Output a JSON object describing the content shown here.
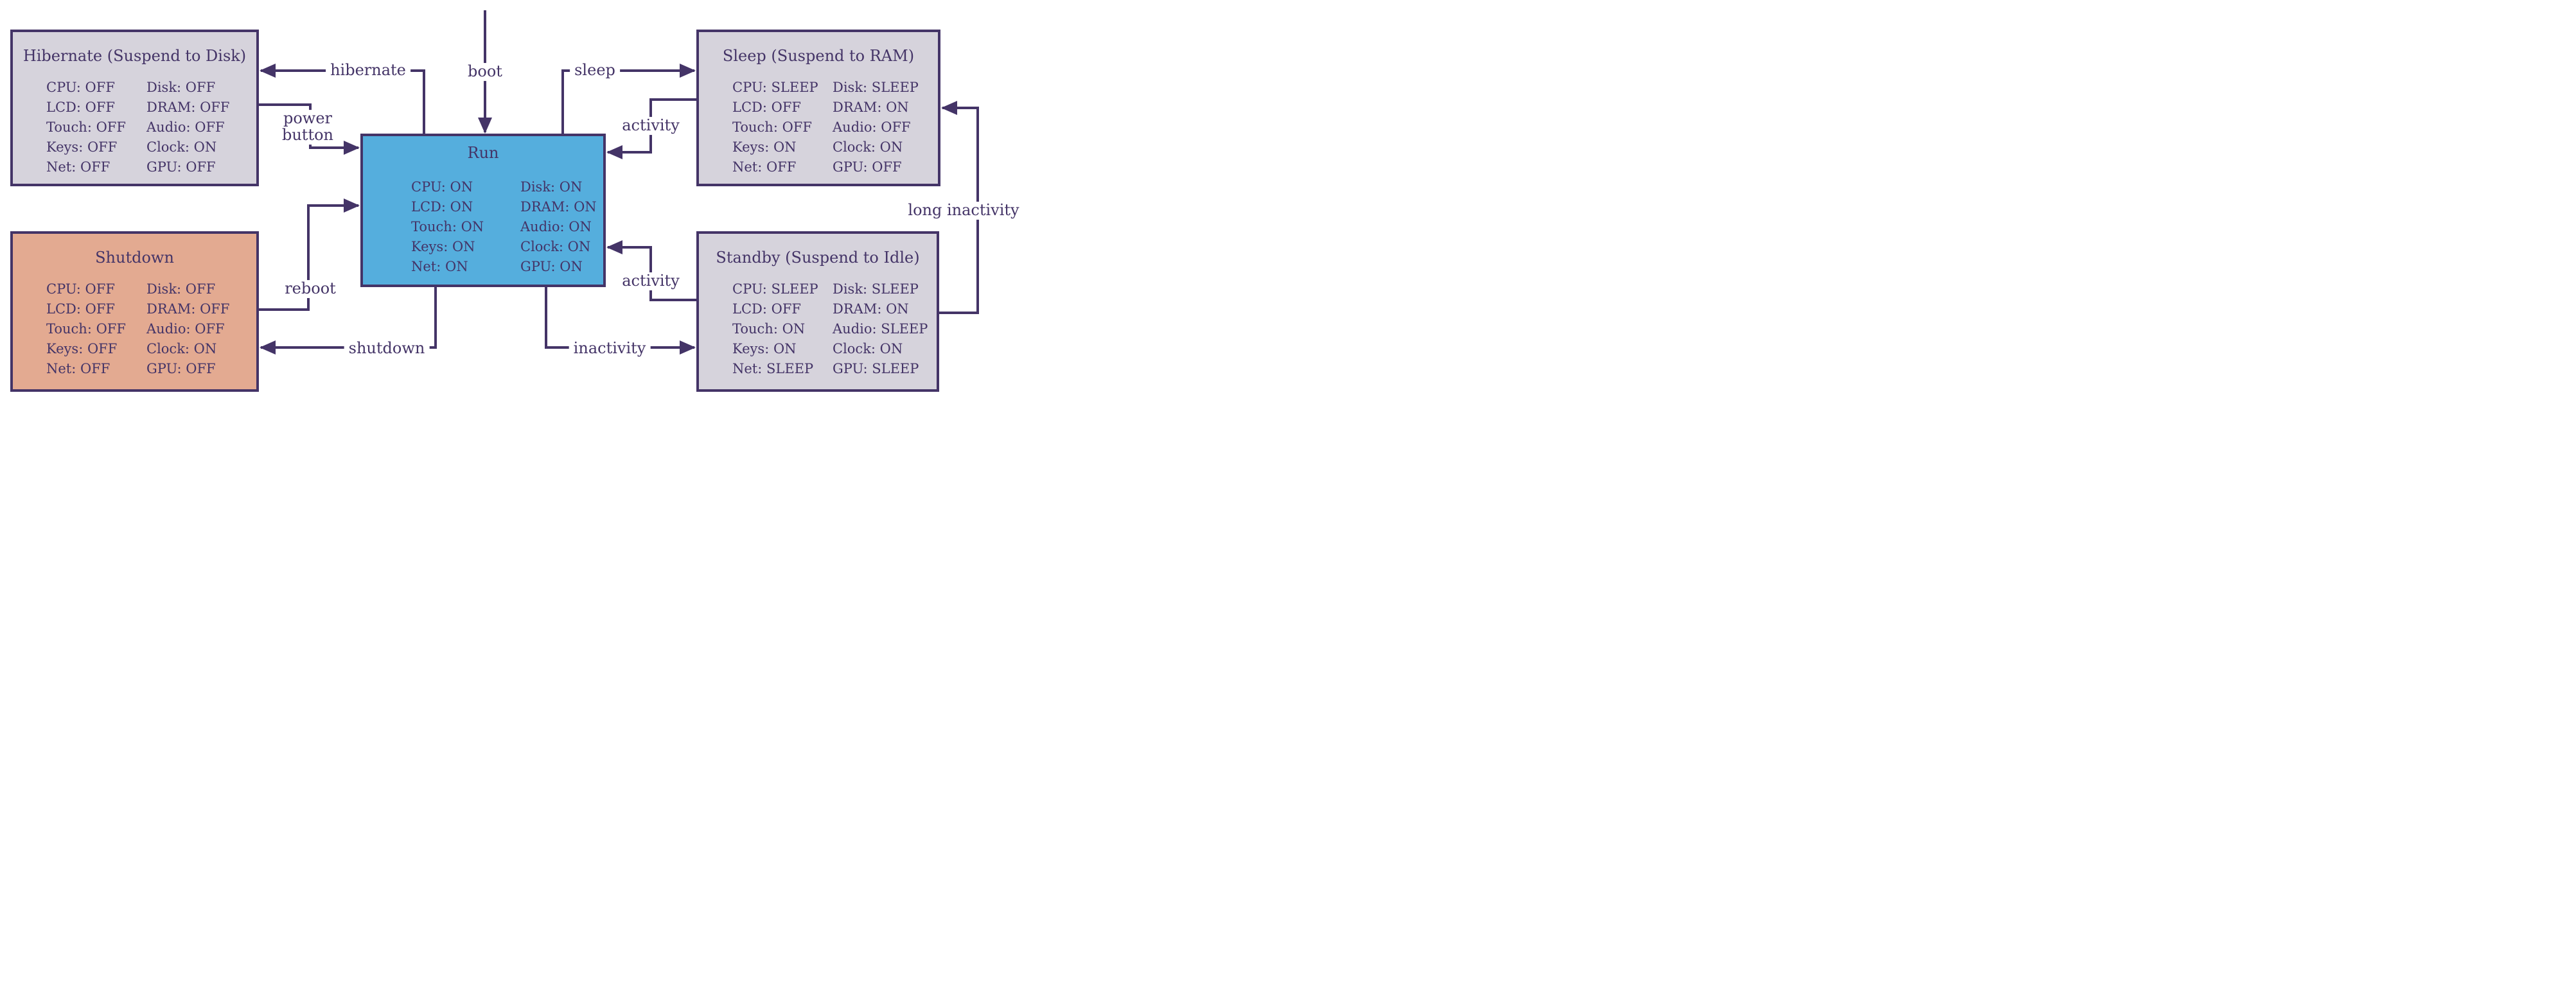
{
  "colors": {
    "ink": "#443467",
    "state_fill": "#d6d3dc",
    "run_fill": "#55aedd",
    "shutdown_fill": "#e3aa91",
    "background": "#ffffff"
  },
  "states": {
    "run": {
      "title": "Run",
      "rows": [
        [
          "CPU: ON",
          "Disk: ON"
        ],
        [
          "LCD: ON",
          "DRAM: ON"
        ],
        [
          "Touch: ON",
          "Audio: ON"
        ],
        [
          "Keys: ON",
          "Clock: ON"
        ],
        [
          "Net: ON",
          "GPU: ON"
        ]
      ]
    },
    "hibernate": {
      "title": "Hibernate (Suspend to Disk)",
      "rows": [
        [
          "CPU: OFF",
          "Disk: OFF"
        ],
        [
          "LCD: OFF",
          "DRAM: OFF"
        ],
        [
          "Touch: OFF",
          "Audio: OFF"
        ],
        [
          "Keys: OFF",
          "Clock: ON"
        ],
        [
          "Net: OFF",
          "GPU: OFF"
        ]
      ]
    },
    "sleep": {
      "title": "Sleep (Suspend to RAM)",
      "rows": [
        [
          "CPU: SLEEP",
          "Disk: SLEEP"
        ],
        [
          "LCD: OFF",
          "DRAM: ON"
        ],
        [
          "Touch: OFF",
          "Audio: OFF"
        ],
        [
          "Keys: ON",
          "Clock: ON"
        ],
        [
          "Net: OFF",
          "GPU: OFF"
        ]
      ]
    },
    "shutdown": {
      "title": "Shutdown",
      "rows": [
        [
          "CPU: OFF",
          "Disk: OFF"
        ],
        [
          "LCD: OFF",
          "DRAM: OFF"
        ],
        [
          "Touch: OFF",
          "Audio: OFF"
        ],
        [
          "Keys: OFF",
          "Clock: ON"
        ],
        [
          "Net: OFF",
          "GPU: OFF"
        ]
      ]
    },
    "standby": {
      "title": "Standby (Suspend to Idle)",
      "rows": [
        [
          "CPU: SLEEP",
          "Disk: SLEEP"
        ],
        [
          "LCD: OFF",
          "DRAM: ON"
        ],
        [
          "Touch: ON",
          "Audio: SLEEP"
        ],
        [
          "Keys: ON",
          "Clock: ON"
        ],
        [
          "Net: SLEEP",
          "GPU: SLEEP"
        ]
      ]
    }
  },
  "transitions": [
    {
      "label": "boot",
      "from": "power-on",
      "to": "Run"
    },
    {
      "label": "hibernate",
      "from": "Run",
      "to": "Hibernate (Suspend to Disk)"
    },
    {
      "label": "sleep",
      "from": "Run",
      "to": "Sleep (Suspend to RAM)"
    },
    {
      "label": "power button",
      "from": "Hibernate (Suspend to Disk)",
      "to": "Run"
    },
    {
      "label": "reboot",
      "from": "Shutdown",
      "to": "Run"
    },
    {
      "label": "shutdown",
      "from": "Run",
      "to": "Shutdown"
    },
    {
      "label": "inactivity",
      "from": "Run",
      "to": "Standby (Suspend to Idle)"
    },
    {
      "label": "activity",
      "from": "Sleep (Suspend to RAM)",
      "to": "Run"
    },
    {
      "label": "activity",
      "from": "Standby (Suspend to Idle)",
      "to": "Run"
    },
    {
      "label": "long inactivity",
      "from": "Standby (Suspend to Idle)",
      "to": "Sleep (Suspend to RAM)"
    }
  ]
}
